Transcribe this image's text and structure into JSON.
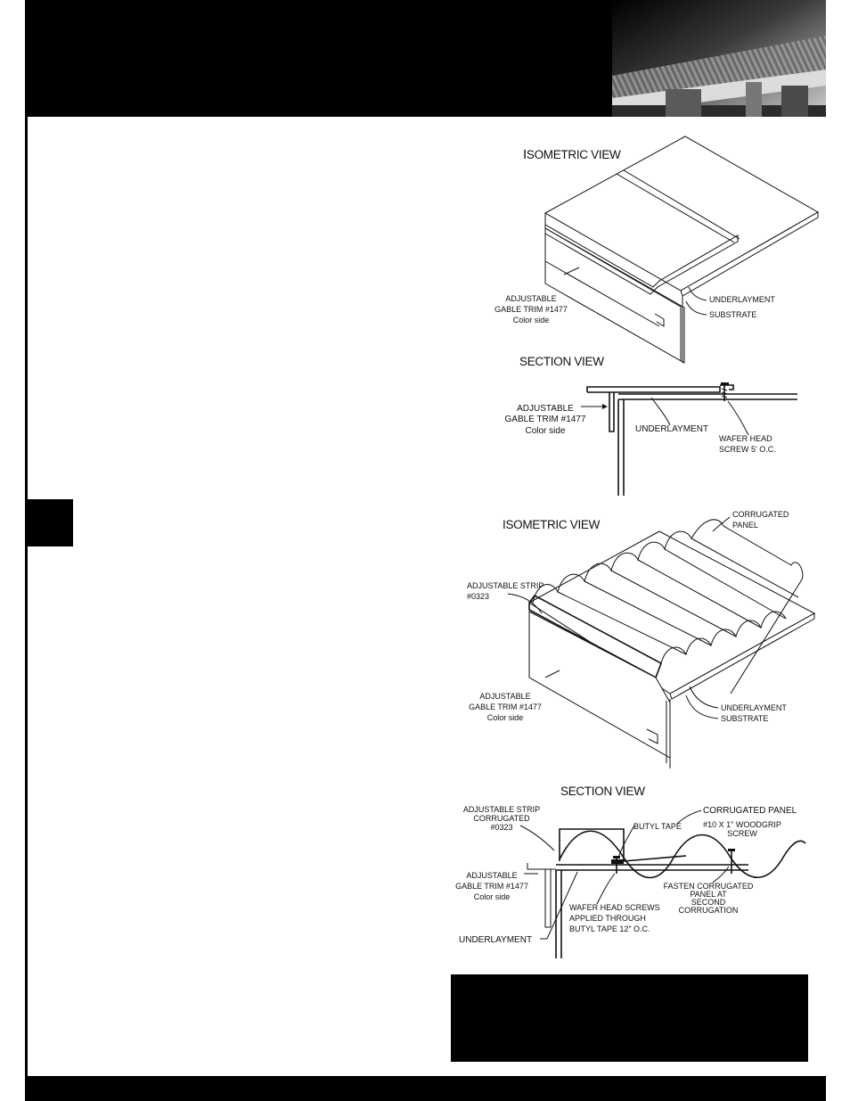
{
  "header": {
    "photo": "corrugated-roof-eave-photo"
  },
  "figure1": {
    "heading_initial": "I",
    "heading_rest": "SOMETRIC VIEW",
    "trim": [
      "ADJUSTABLE",
      "GABLE TRIM #1477",
      "Color side"
    ],
    "underlayment": "UNDERLAYMENT",
    "substrate": "SUBSTRATE"
  },
  "figure2": {
    "heading": "SECTION VIEW",
    "trim": [
      "ADJUSTABLE",
      "GABLE TRIM #1477",
      "Color side"
    ],
    "underlayment": "UNDERLAYMENT",
    "screw": [
      "WAFER HEAD",
      "SCREW 5' O.C."
    ]
  },
  "figure3": {
    "heading": "ISOMETRIC VIEW",
    "panel": [
      "CORRUGATED",
      "PANEL"
    ],
    "strip": [
      "ADJUSTABLE STRIP",
      "#0323"
    ],
    "trim": [
      "ADJUSTABLE",
      "GABLE TRIM #1477",
      "Color side"
    ],
    "underlayment": "UNDERLAYMENT",
    "substrate": "SUBSTRATE"
  },
  "figure4": {
    "heading": "SECTION  VIEW",
    "strip": [
      "ADJUSTABLE STRIP",
      "CORRUGATED",
      "#0323"
    ],
    "butyl": "BUTYL TAPE",
    "panel": "CORRUGATED PANEL",
    "woodgrip": [
      "#10 X 1\" WOODGRIP",
      "SCREW"
    ],
    "trim": [
      "ADJUSTABLE",
      "GABLE TRIM #1477",
      "Color side"
    ],
    "fasten": [
      "FASTEN CORRUGATED",
      "PANEL AT",
      "SECOND",
      "CORRUGATION"
    ],
    "wafer": [
      "WAFER HEAD SCREWS",
      "APPLIED THROUGH",
      "BUTYL TAPE 12\" O.C."
    ],
    "underlayment": "UNDERLAYMENT"
  }
}
